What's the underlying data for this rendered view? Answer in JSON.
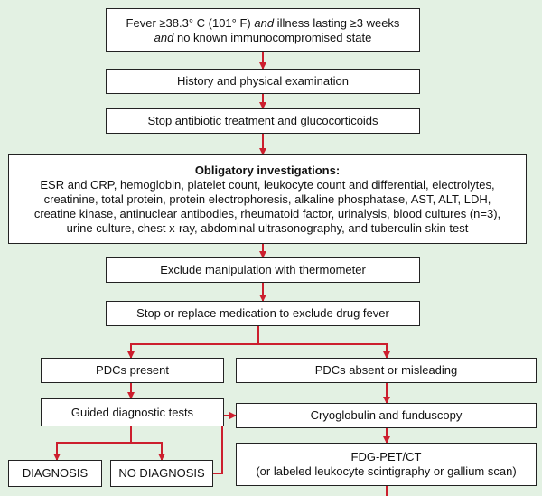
{
  "nodes": {
    "fever_criteria": {
      "line1_prefix": "Fever ≥38.3° C (101° F) ",
      "line1_and": "and",
      "line1_suffix": " illness lasting ≥3 weeks",
      "line2_and": "and",
      "line2_suffix": " no known immunocompromised state"
    },
    "history": "History and physical examination",
    "stop_antibiotics": "Stop antibiotic treatment and glucocorticoids",
    "obligatory": {
      "title": "Obligatory investigations:",
      "lines": [
        "ESR and CRP, hemoglobin, platelet count, leukocyte count and differential, electrolytes,",
        "creatinine, total protein, protein electrophoresis, alkaline phosphatase, AST, ALT, LDH,",
        "creatine kinase, antinuclear antibodies, rheumatoid factor, urinalysis, blood cultures (n=3),",
        "urine culture, chest x-ray, abdominal ultrasonography, and tuberculin skin test"
      ]
    },
    "exclude_manipulation": "Exclude manipulation with thermometer",
    "stop_medication": "Stop or replace medication to exclude drug fever",
    "pdcs_present": "PDCs present",
    "pdcs_absent": "PDCs absent or misleading",
    "guided_tests": "Guided diagnostic tests",
    "cryoglobulin": "Cryoglobulin and funduscopy",
    "diagnosis": "DIAGNOSIS",
    "no_diagnosis": "NO DIAGNOSIS",
    "fdg_pet": {
      "line1": "FDG-PET/CT",
      "line2": "(or labeled leukocyte scintigraphy or gallium scan)"
    }
  },
  "colors": {
    "background": "#e3f1e3",
    "arrow": "#cc1f2e",
    "box_fill": "#ffffff",
    "box_border": "#222222"
  }
}
